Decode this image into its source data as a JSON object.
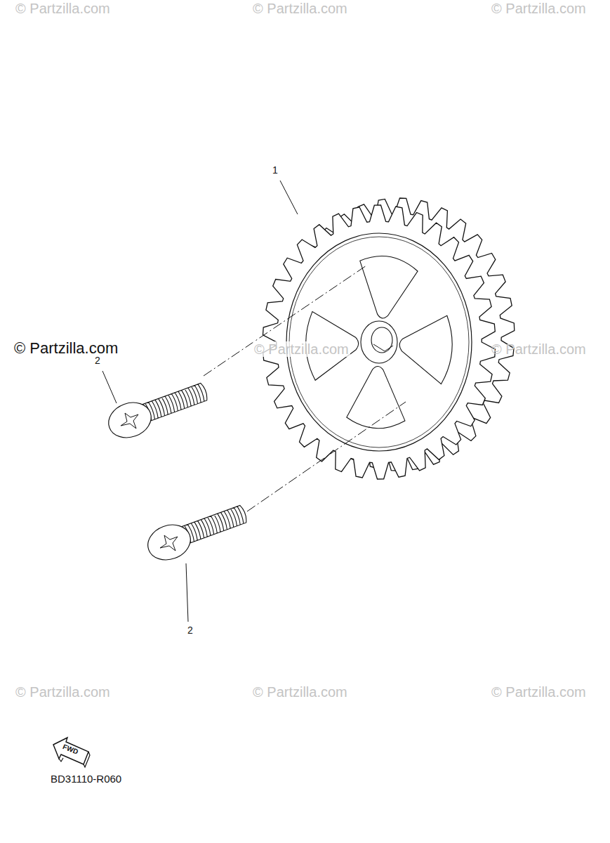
{
  "diagram": {
    "labels": [
      "© Partzilla.com",
      "© Partzilla.com",
      "© Partzilla.com",
      "1",
      "© Partzilla.com",
      "2",
      "© Partzilla.com",
      "© Partzilla.com",
      "2",
      "© Partzilla.com",
      "© Partzilla.com",
      "© Partzilla.com",
      "FWD",
      "BD31110-R060"
    ]
  }
}
